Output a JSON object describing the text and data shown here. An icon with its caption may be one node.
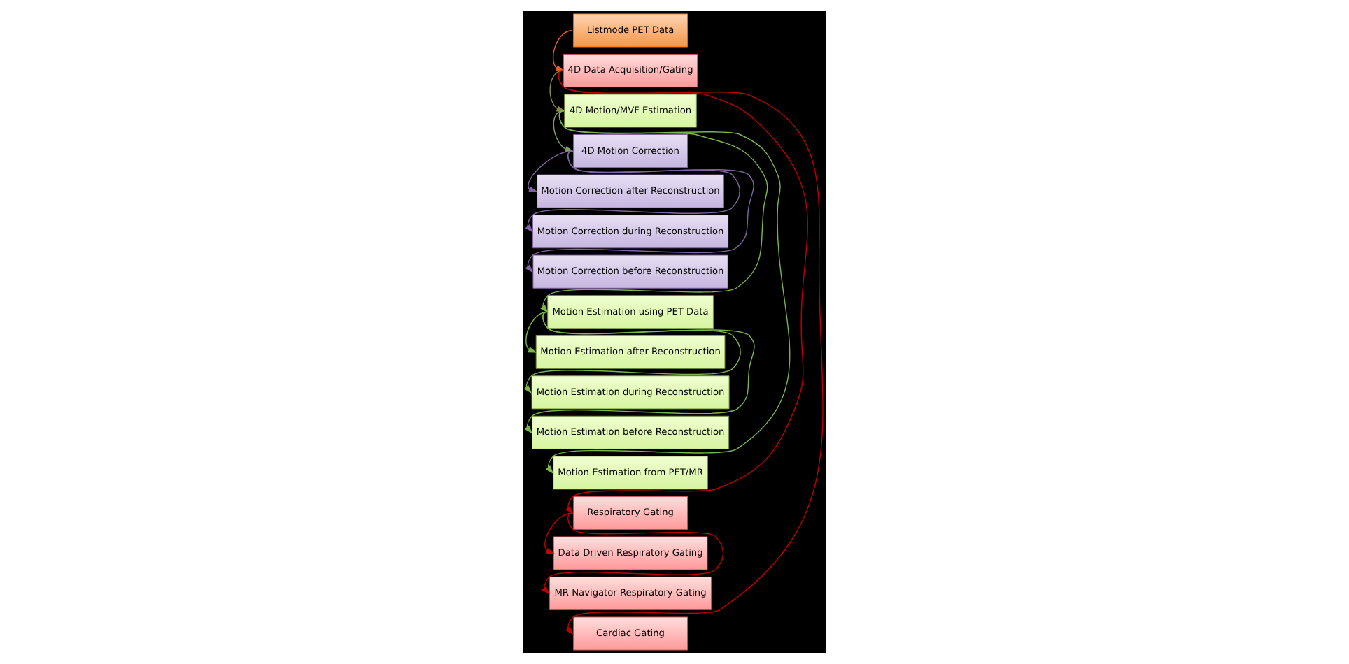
{
  "diagram": {
    "nodes": [
      {
        "text": [
          "Listmode PET Data"
        ]
      },
      {
        "text": [
          "4D Data Acquisition/Gating"
        ]
      },
      {
        "text": [
          "4D Motion/MVF Estimation"
        ]
      },
      {
        "text": [
          "4D Motion Correction"
        ]
      },
      {
        "text": [
          "Respiratory Gating"
        ]
      },
      {
        "text": [
          "Data Driven Respiratory Gating"
        ]
      },
      {
        "text": [
          "MR Navigator Respiratory Gating"
        ]
      },
      {
        "text": [
          "Cardiac Gating"
        ]
      },
      {
        "text": [
          "Motion Estimation using PET Data"
        ]
      },
      {
        "text": [
          "Motion Estimation after Reconstruction"
        ]
      },
      {
        "text": [
          "Motion Estimation during Reconstruction"
        ]
      },
      {
        "text": [
          "Motion Estimation before Reconstruction"
        ]
      },
      {
        "text": [
          "Motion Estimation from PET/MR"
        ]
      },
      {
        "text": [
          "Motion Correction after Reconstruction"
        ]
      },
      {
        "text": [
          "Motion Correction during Reconstruction"
        ]
      },
      {
        "text": [
          "Motion Correction before Reconstruction"
        ]
      }
    ],
    "edges": [
      {
        "from": 0,
        "to": 1,
        "arrow": "to",
        "color": "#f05a28"
      },
      {
        "from": 1,
        "to": 2,
        "arrow": "to",
        "color": "#8a8a3a"
      },
      {
        "from": 2,
        "to": 3,
        "arrow": "to",
        "color": "#7f9f6a"
      },
      {
        "from": 1,
        "to": 4,
        "arrow": "to",
        "color": "#c00000"
      },
      {
        "from": 4,
        "to": 5,
        "arrow": "to",
        "color": "#c00000"
      },
      {
        "from": 4,
        "to": 6,
        "arrow": "to",
        "color": "#c00000"
      },
      {
        "from": 1,
        "to": 7,
        "arrow": "to",
        "color": "#c00000"
      },
      {
        "from": 2,
        "to": 8,
        "arrow": "to",
        "color": "#7ab648"
      },
      {
        "from": 8,
        "to": 9,
        "arrow": "to",
        "color": "#7ab648"
      },
      {
        "from": 8,
        "to": 10,
        "arrow": "to",
        "color": "#7ab648"
      },
      {
        "from": 8,
        "to": 11,
        "arrow": "to",
        "color": "#7ab648"
      },
      {
        "from": 2,
        "to": 12,
        "arrow": "to",
        "color": "#7ab648"
      },
      {
        "from": 3,
        "to": 13,
        "arrow": "to",
        "color": "#8064a2"
      },
      {
        "from": 3,
        "to": 14,
        "arrow": "to",
        "color": "#8064a2"
      },
      {
        "from": 3,
        "to": 15,
        "arrow": "to",
        "color": "#8064a2"
      }
    ]
  }
}
